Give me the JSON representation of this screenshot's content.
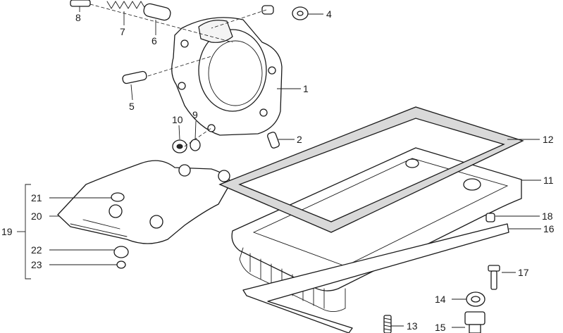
{
  "callouts": [
    {
      "number": "1",
      "part": "cover-plate"
    },
    {
      "number": "2",
      "part": "dowel-pin-small"
    },
    {
      "number": "4",
      "part": "washer"
    },
    {
      "number": "5",
      "part": "dowel-pin"
    },
    {
      "number": "6",
      "part": "sleeve"
    },
    {
      "number": "7",
      "part": "spring"
    },
    {
      "number": "8",
      "part": "plunger"
    },
    {
      "number": "9",
      "part": "lock-washer"
    },
    {
      "number": "10",
      "part": "hex-nut"
    },
    {
      "number": "11",
      "part": "oil-pan"
    },
    {
      "number": "12",
      "part": "pan-gasket"
    },
    {
      "number": "13",
      "part": "stud"
    },
    {
      "number": "14",
      "part": "sealing-ring"
    },
    {
      "number": "15",
      "part": "drain-plug"
    },
    {
      "number": "16",
      "part": "base-plate"
    },
    {
      "number": "17",
      "part": "bolt"
    },
    {
      "number": "18",
      "part": "nut"
    },
    {
      "number": "19",
      "part": "shield-assembly"
    },
    {
      "number": "20",
      "part": "shield-plate"
    },
    {
      "number": "21",
      "part": "grommet"
    },
    {
      "number": "22",
      "part": "spacer"
    },
    {
      "number": "23",
      "part": "screw"
    }
  ]
}
